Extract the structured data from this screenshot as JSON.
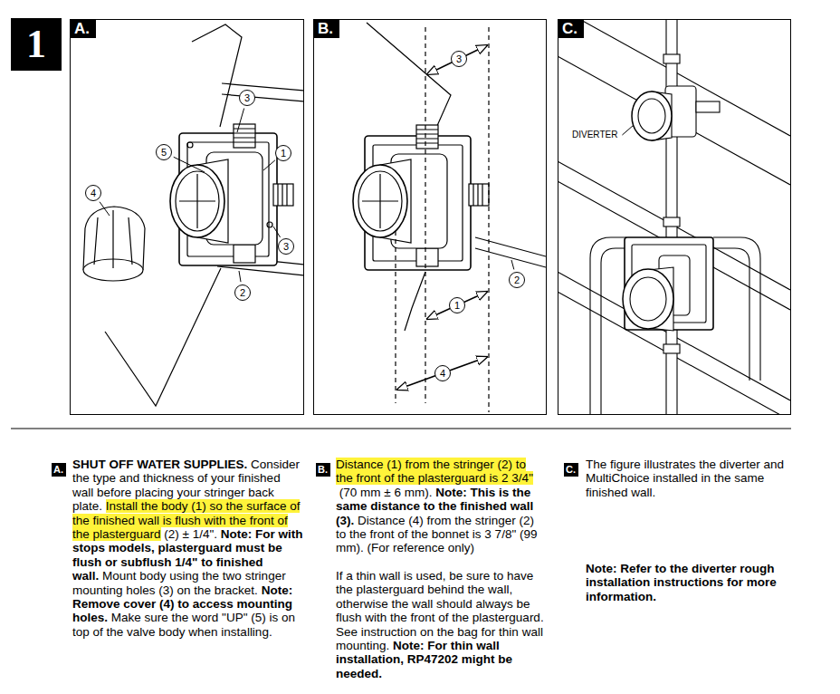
{
  "diagram": {
    "nodes": [
      {
        "text": [
          "1"
        ]
      },
      {
        "text": [
          "A."
        ]
      },
      {
        "text": [
          "B."
        ]
      },
      {
        "text": [
          "C."
        ]
      }
    ],
    "labels": [
      "3",
      "5",
      "1",
      "4",
      "3",
      "2",
      "3",
      "2",
      "1",
      "4",
      "DIVERTER",
      "A.",
      "SHUT OFF WATER SUPPLIES.",
      "Consider the type and thickness of your finished wall before placing your stringer back plate.",
      "Install the body (1) so the surface of the finished wall is flush with the front of the plasterguard",
      "(2) ± 1/4\".",
      "Note: For with stops models, plasterguard must be flush or subflush 1/4\" to finished wall.",
      "Mount body using the two stringer mounting holes (3) on the bracket.",
      "Note: Remove cover (4) to access mounting holes.",
      "Make sure the word \"UP\" (5) is on top of the valve body when installing.",
      "B.",
      "Distance (1) from the stringer (2) to the front of the plasterguard is 2 3/4\"",
      "(70 mm ± 6 mm).",
      "Note: This is the same distance to the finished wall (3).",
      "Distance (4) from the stringer (2) to the front of the bonnet is 3 7/8\" (99 mm). (For reference only)",
      "If a thin wall is used, be sure to have the plasterguard behind the wall, otherwise the wall should always be flush with the front of the plasterguard. See instruction on the bag for thin wall mounting.",
      "Note: For thin wall installation, RP47202 might be needed.",
      "C.",
      "The figure illustrates the diverter and MultiChoice installed in the same finished wall.",
      "Note: Refer to the diverter rough installation instructions for more information."
    ]
  }
}
